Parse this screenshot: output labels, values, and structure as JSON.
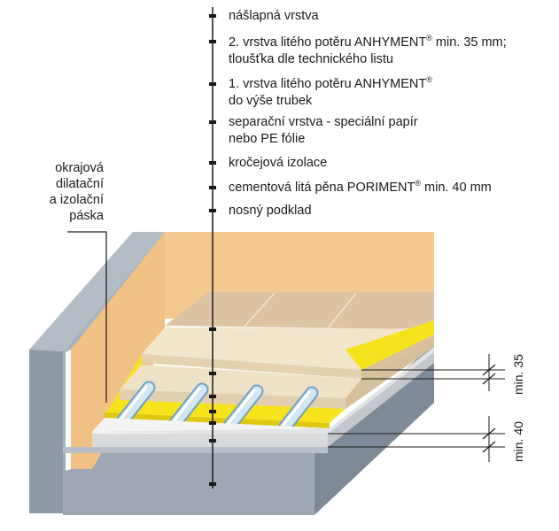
{
  "layers": [
    {
      "text": "nášlapná vrstva"
    },
    {
      "text": "2. vrstva litého potěru ANHYMENT",
      "sup": "®",
      "rest": " min. 35 mm;",
      "text2": "tloušťka dle technického listu"
    },
    {
      "text": "1. vrstva litého potěru ANHYMENT",
      "sup": "®",
      "text2": "do výše trubek"
    },
    {
      "text": "separační vrstva - speciální papír",
      "text2": "nebo PE fólie"
    },
    {
      "text": "kročejová izolace"
    },
    {
      "text": "cementová litá pěna PORIMENT",
      "sup": "®",
      "rest": " min. 40 mm"
    },
    {
      "text": "nosný podklad"
    }
  ],
  "edge_strip_label": [
    "okrajová",
    "dilatační",
    "a izolační",
    "páska"
  ],
  "dimensions": {
    "top": "min. 35",
    "bottom": "min. 40"
  },
  "colors": {
    "concrete": "#9fa8b4",
    "concrete_dark": "#7f8a98",
    "wall_orange": "#f3c98f",
    "tile": "#dcc3a4",
    "screed": "#efe1c6",
    "yellow": "#f7e31c",
    "pipe": "#bcd7ec",
    "poriment": "#d8dadc",
    "base": "#b8bfc8"
  }
}
